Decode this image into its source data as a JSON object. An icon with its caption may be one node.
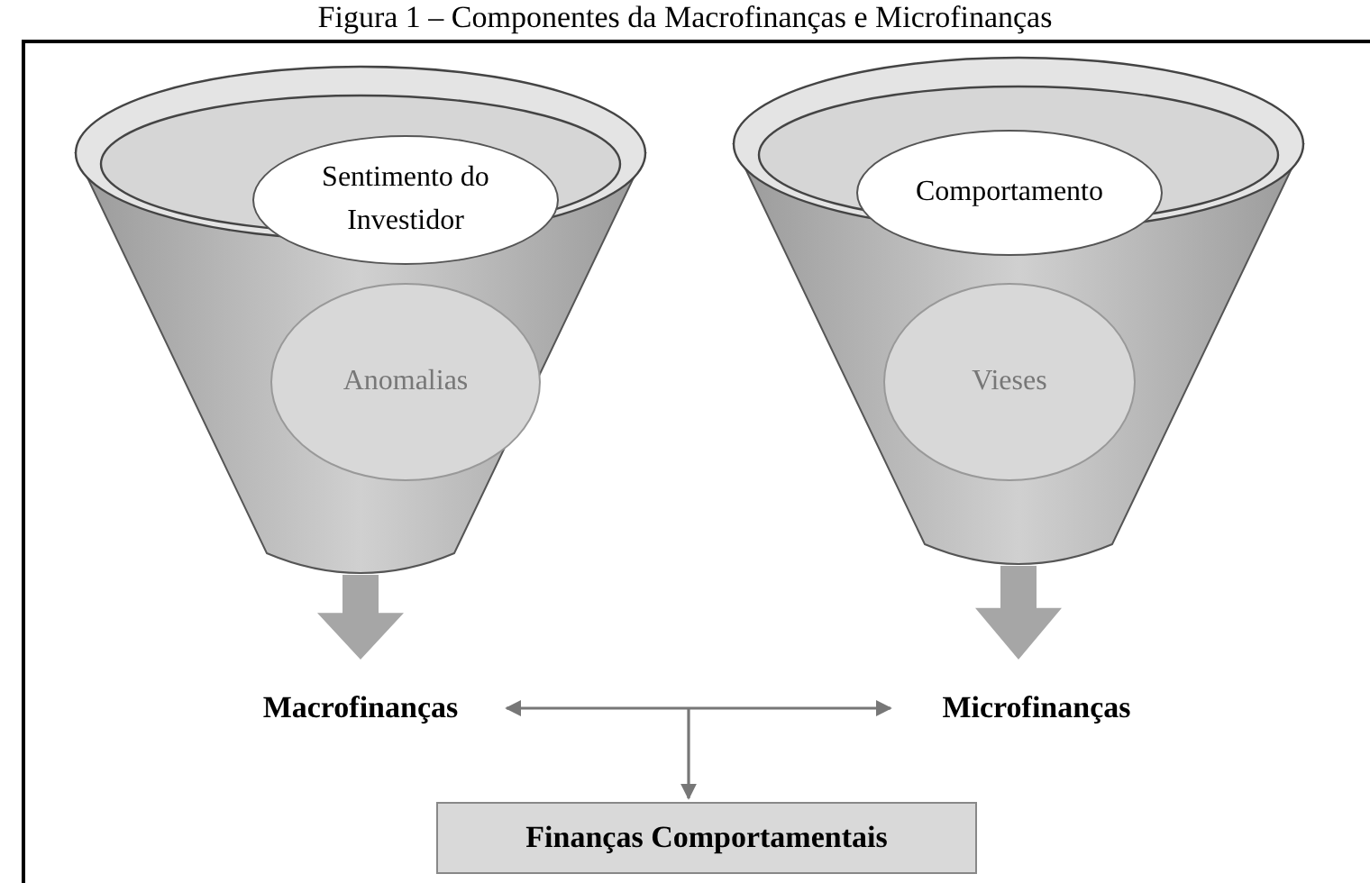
{
  "diagram": {
    "title": "Figura 1 – Componentes da Macrofinanças e Microfinanças",
    "nodes": [
      {
        "text": [],
        "shape": "funnel"
      },
      {
        "text": [
          "Sentimento do Investidor"
        ],
        "in": 0
      },
      {
        "text": [
          "Anomalias"
        ],
        "in": 0
      },
      {
        "text": [],
        "shape": "funnel"
      },
      {
        "text": [
          "Comportamento"
        ],
        "in": 3
      },
      {
        "text": [
          "Vieses"
        ],
        "in": 3
      },
      {
        "text": [
          "Macrofinanças"
        ]
      },
      {
        "text": [
          "Microfinanças"
        ]
      },
      {
        "text": [
          "Finanças Comportamentais"
        ]
      }
    ],
    "edges": [
      {
        "from": 0,
        "to": 6,
        "arrow": "to",
        "style": "thick",
        "color": "#a6a6a6"
      },
      {
        "from": 3,
        "to": 7,
        "arrow": "to",
        "style": "thick",
        "color": "#a6a6a6"
      },
      {
        "from": 6,
        "to": 7,
        "arrow": "both"
      },
      {
        "from": null,
        "to": 8,
        "arrow": "to"
      }
    ]
  }
}
